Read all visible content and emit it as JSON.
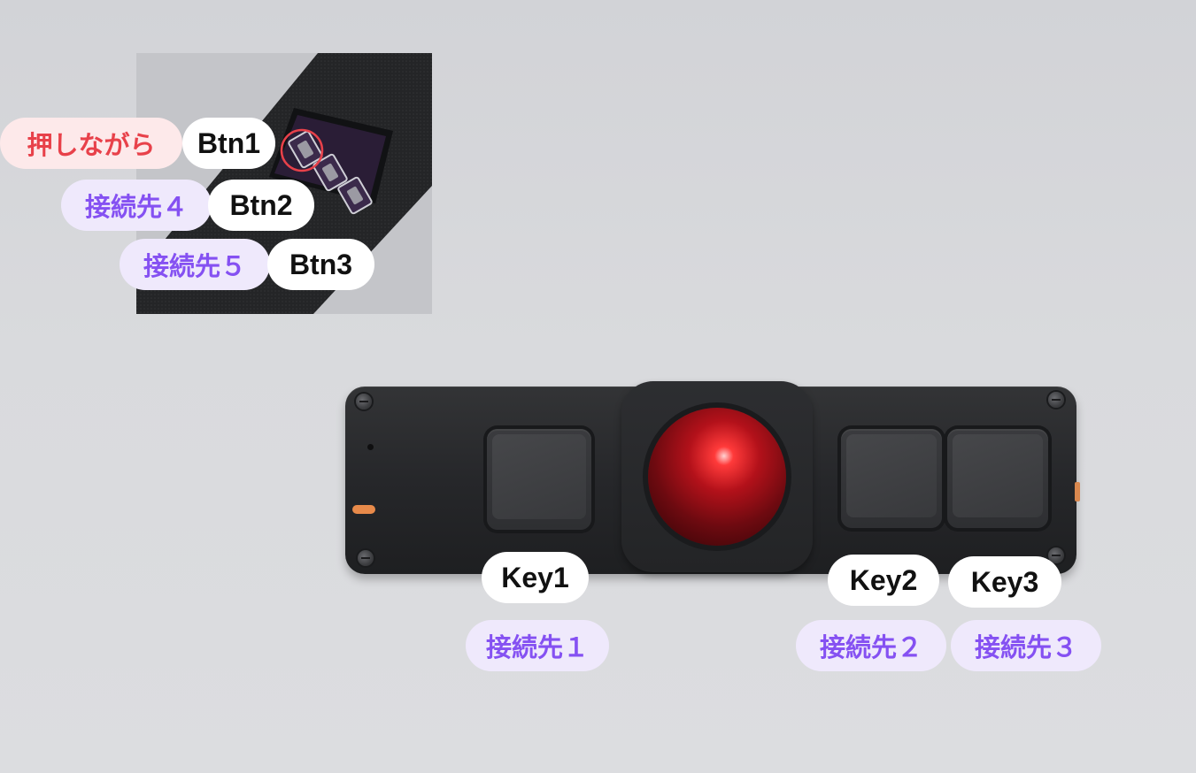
{
  "inset": {
    "labels": [
      {
        "action": "押しながら",
        "button": "Btn1"
      },
      {
        "action": "接続先４",
        "button": "Btn2"
      },
      {
        "action": "接続先５",
        "button": "Btn3"
      }
    ]
  },
  "keys": [
    {
      "key": "Key1",
      "action": "接続先１"
    },
    {
      "key": "Key2",
      "action": "接続先２"
    },
    {
      "key": "Key3",
      "action": "接続先３"
    }
  ],
  "colors": {
    "purple_text": "#8551f2",
    "purple_bg": "#efe9fc",
    "red_text": "#e8414a",
    "red_bg": "#fde9ea",
    "ball": "#b3111a",
    "device": "#26272a"
  }
}
